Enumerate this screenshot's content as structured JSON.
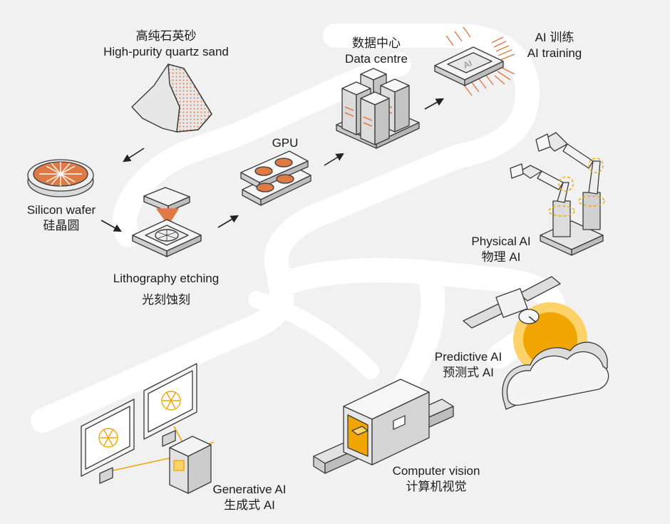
{
  "labels": {
    "quartz": {
      "zh": "高纯石英砂",
      "en": "High-purity quartz sand"
    },
    "wafer": {
      "en": "Silicon wafer",
      "zh": "硅晶圆"
    },
    "litho": {
      "en": "Lithography etching",
      "zh": "光刻蚀刻"
    },
    "gpu": {
      "en": "GPU"
    },
    "datacentre": {
      "zh": "数据中心",
      "en": "Data centre"
    },
    "training": {
      "zh": "AI 训练",
      "en": "AI training"
    },
    "physical": {
      "en": "Physical AI",
      "zh": "物理 AI"
    },
    "predictive": {
      "en": "Predictive AI",
      "zh": "预测式 AI"
    },
    "vision": {
      "en": "Computer vision",
      "zh": "计算机视觉"
    },
    "generative": {
      "en": "Generative AI",
      "zh": "生成式 AI"
    }
  },
  "chip_text": "AI",
  "icons": [
    "sand-pile-icon",
    "silicon-wafer-icon",
    "lithography-icon",
    "gpu-icon",
    "data-centre-icon",
    "ai-chip-icon",
    "robot-arm-icon",
    "satellite-icon",
    "cloud-icon",
    "conveyor-scanner-icon",
    "monitor-icon",
    "server-chip-icon"
  ],
  "colors": {
    "accent": "#f0a500",
    "accent_light": "#fbd36a",
    "copper": "#e07a45",
    "line": "#3a3a3a",
    "road": "#ffffff",
    "background": "#f1f1f1"
  }
}
